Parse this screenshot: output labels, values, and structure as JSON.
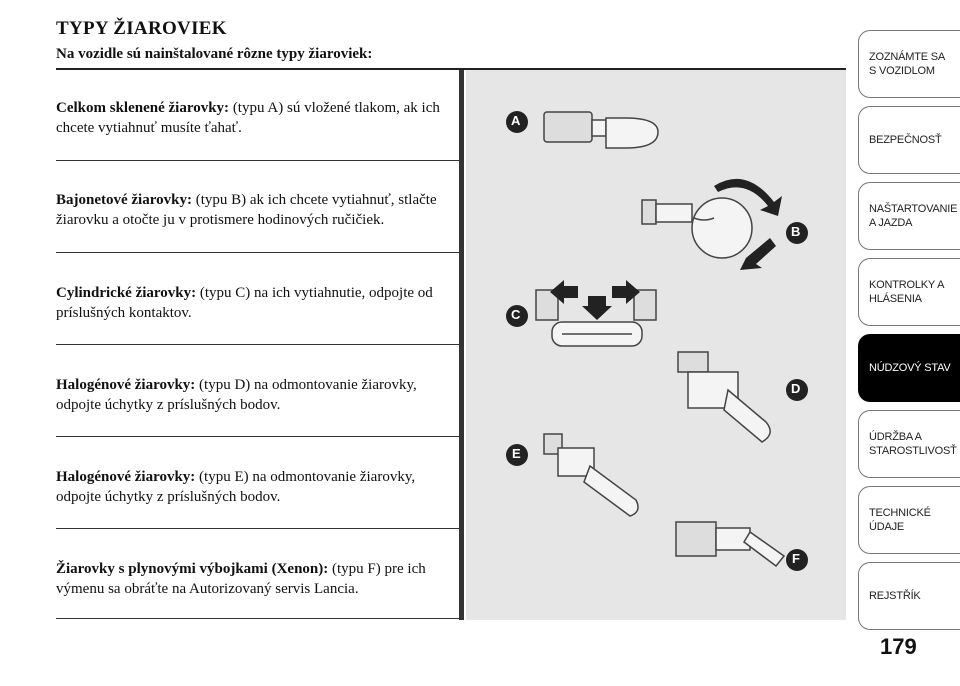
{
  "header": {
    "title": "TYPY ŽIAROVIEK",
    "subtitle": "Na vozidle sú nainštalované rôzne typy žiaroviek:"
  },
  "entries": [
    {
      "bold": "Celkom sklenené žiarovky:",
      "text": " (typu A) sú vložené tlakom, ak ich chcete vytiahnuť musíte ťahať."
    },
    {
      "bold": "Bajonetové žiarovky:",
      "text": " (typu B) ak ich chcete vytiahnuť, stlačte žiarovku a otočte ju v protismere hodinových ručičiek."
    },
    {
      "bold": "Cylindrické žiarovky:",
      "text": " (typu C) na ich vytiahnutie, odpojte od príslušných kontaktov."
    },
    {
      "bold": "Halogénové žiarovky:",
      "text": " (typu D) na odmontovanie žiarovky, odpojte úchytky z príslušných bodov."
    },
    {
      "bold": "Halogénové žiarovky:",
      "text": " (typu E) na odmontovanie žiarovky, odpojte úchytky z príslušných bodov."
    },
    {
      "bold": "Žiarovky s plynovými výbojkami (Xenon):",
      "text": " (typu F) pre ich výmenu sa obráťte na Autorizovaný servis Lancia."
    }
  ],
  "illustration": {
    "labels": [
      "A",
      "B",
      "C",
      "D",
      "E",
      "F"
    ]
  },
  "sidebar": {
    "tabs": [
      "ZOZNÁMTE SA S VOZIDLOM",
      "BEZPEČNOSŤ",
      "NAŠTARTOVANIE A JAZDA",
      "KONTROLKY A HLÁSENIA",
      "NÚDZOVÝ STAV",
      "ÚDRŽBA A STAROSTLIVOSŤ",
      "TECHNICKÉ ÚDAJE",
      "REJSTŘÍK"
    ],
    "active_index": 4
  },
  "page_number": "179"
}
